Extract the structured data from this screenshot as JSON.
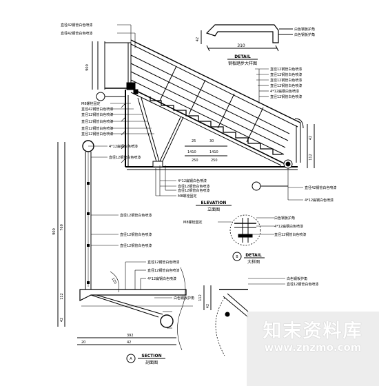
{
  "notes": {
    "n01": "直径42钢管白色喷漆",
    "n02": "直径42钢管白色喷漆",
    "n03": "直径12钢管白色喷漆",
    "n04": "直径12钢管白色喷漆",
    "n05": "直径12钢管白色喷漆",
    "n06": "直径12钢管白色喷漆",
    "n07": "4*12扁钢白色喷漆",
    "n08": "直径12钢管白色喷漆",
    "n09": "直径42钢管白色喷漆",
    "n10": "直径12钢管白色喷漆",
    "n11": "直径12钢管白色喷漆",
    "n12": "直径12钢管白色喷漆",
    "n13": "直径12钢管白色喷漆",
    "n14": "4*12扁钢白色喷漆",
    "n15": "直径12钢管白色喷漆",
    "n16": "直径12钢管白色喷漆",
    "n17": "直径42钢管白色喷漆",
    "n18": "4*12扁钢白色喷漆",
    "n19": "4*12扁钢白色喷漆",
    "n20": "直径12钢管白色喷漆",
    "n21": "直径12钢管白色喷漆",
    "n22": "直径12钢管白色喷漆",
    "n23": "直径12钢管白色喷漆",
    "n24": "直径12钢管白色喷漆",
    "n25": "M8螺栓固定",
    "n26": "白色钢板护角",
    "n27": "直径12钢管白色喷漆",
    "n28": "白色钢板护角",
    "n29": "白色钢板护角",
    "n30": "白色钢板护角",
    "n31": "M8螺栓固定",
    "n32": "4*12扁钢白色喷漆"
  },
  "titles": {
    "detail_top_en": "DETAIL",
    "detail_top_cn": "钢板踏步大样图",
    "elevation_en": "ELEVATION",
    "elevation_cn": "立面图",
    "detail_mid_en": "DETAIL",
    "detail_mid_cn": "大样图",
    "section_en": "SECTION",
    "section_cn": "剖面图",
    "section_no": "A",
    "detail_no": "B"
  },
  "dims": {
    "d_top_w": "310",
    "d_top_h": "42",
    "left_h": "900",
    "sec_h": "900",
    "sec_mid": "760",
    "sec_b1": "112",
    "sec_b2": "42",
    "sec_w1": "20",
    "sec_w2": "392",
    "sec_w3": "42",
    "el_a": "25",
    "el_b": "30",
    "el_c": "1410",
    "el_d": "1410",
    "el_e": "250",
    "el_f": "250",
    "right_a": "42",
    "right_b": "112",
    "det_h": "112",
    "det_d": "42",
    "slope": "120"
  },
  "watermark": {
    "title": "知末资料库",
    "url": "www.znzmo.com"
  }
}
